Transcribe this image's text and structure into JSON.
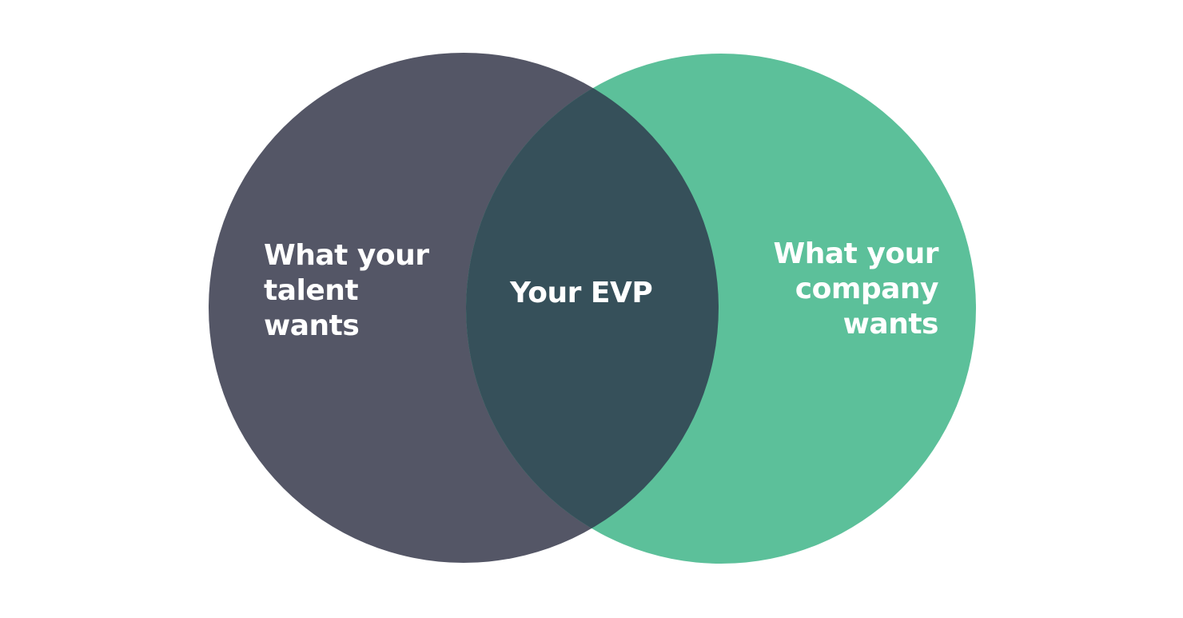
{
  "diagram": {
    "type": "venn",
    "colors": {
      "left_circle": "#545666",
      "right_circle": "#5cc09a",
      "overlap": "#36505a",
      "text": "#ffffff",
      "background": "#ffffff"
    },
    "left": {
      "lines": [
        "What your",
        "talent",
        "wants"
      ]
    },
    "right": {
      "lines": [
        "What your",
        "company",
        "wants"
      ]
    },
    "center": {
      "label": "Your EVP"
    }
  }
}
